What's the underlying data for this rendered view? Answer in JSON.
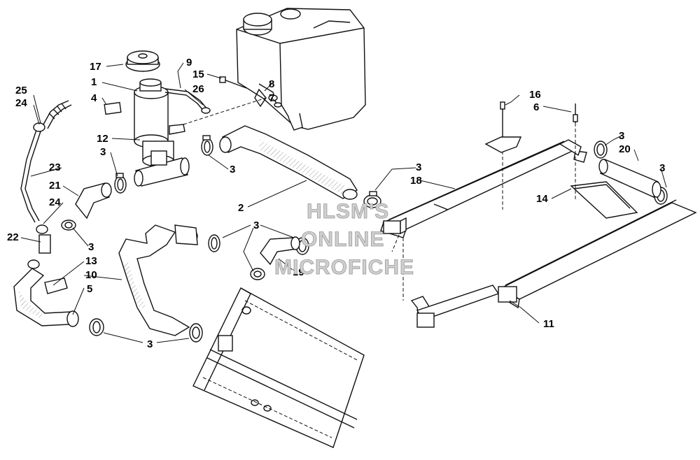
{
  "watermark": {
    "line1": "HLSM'S",
    "line2": "ONLINE",
    "line3": "MICROFICHE"
  },
  "callouts": {
    "c1": "1",
    "c2": "2",
    "c3a": "3",
    "c3b": "3",
    "c3c": "3",
    "c3d": "3",
    "c3e": "3",
    "c3f": "3",
    "c3g": "3",
    "c3h": "3",
    "c4": "4",
    "c5": "5",
    "c6": "6",
    "c7": "7",
    "c8": "8",
    "c9": "9",
    "c10": "10",
    "c11": "11",
    "c12": "12",
    "c13": "13",
    "c14": "14",
    "c15": "15",
    "c16": "16",
    "c17": "17",
    "c18": "18",
    "c19": "19",
    "c20": "20",
    "c21": "21",
    "c22": "22",
    "c23": "23",
    "c24a": "24",
    "c24b": "24",
    "c25": "25",
    "c26": "26"
  }
}
